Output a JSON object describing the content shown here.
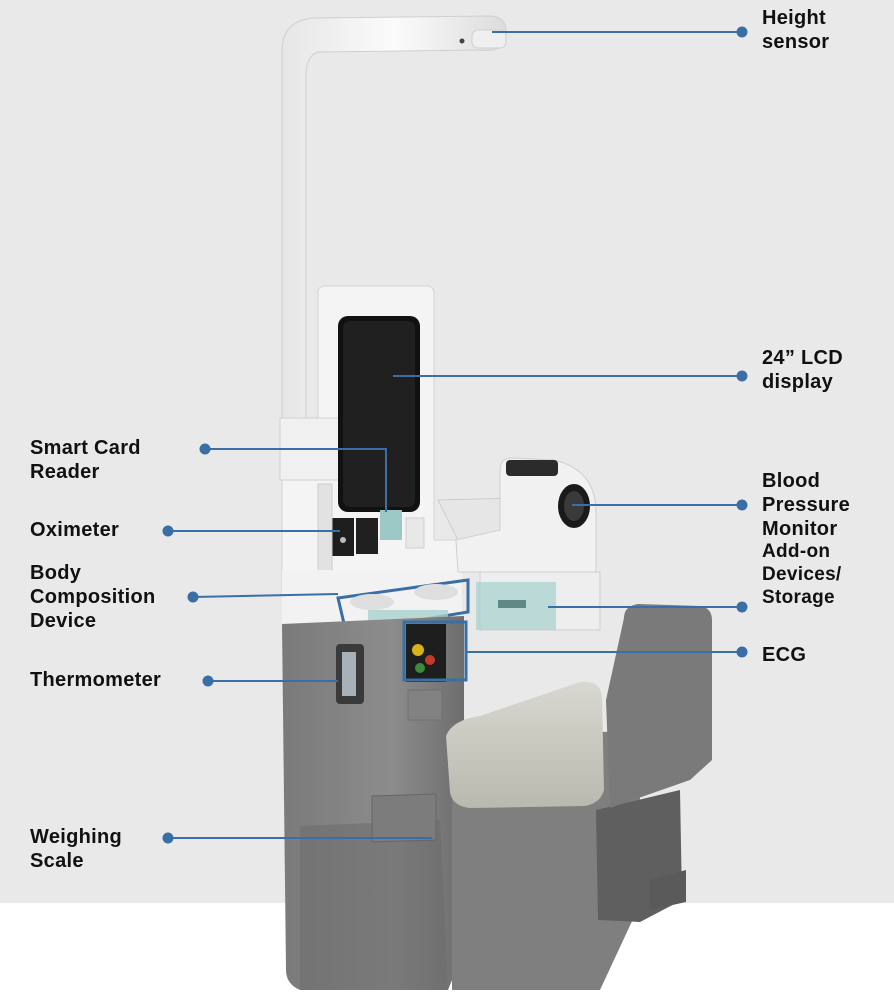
{
  "diagram": {
    "accent_color": "#3a6fa6",
    "labels": {
      "height_sensor": "Height\nsensor",
      "lcd_display": "24” LCD\ndisplay",
      "smart_card_reader": "Smart Card\nReader",
      "oximeter": "Oximeter",
      "blood_pressure_monitor": "Blood\nPressure\nMonitor",
      "body_composition_device": "Body\nComposition\nDevice",
      "addon_devices_storage": "Add-on\nDevices/\nStorage",
      "ecg": "ECG",
      "thermometer": "Thermometer",
      "weighing_scale": "Weighing\nScale"
    }
  }
}
